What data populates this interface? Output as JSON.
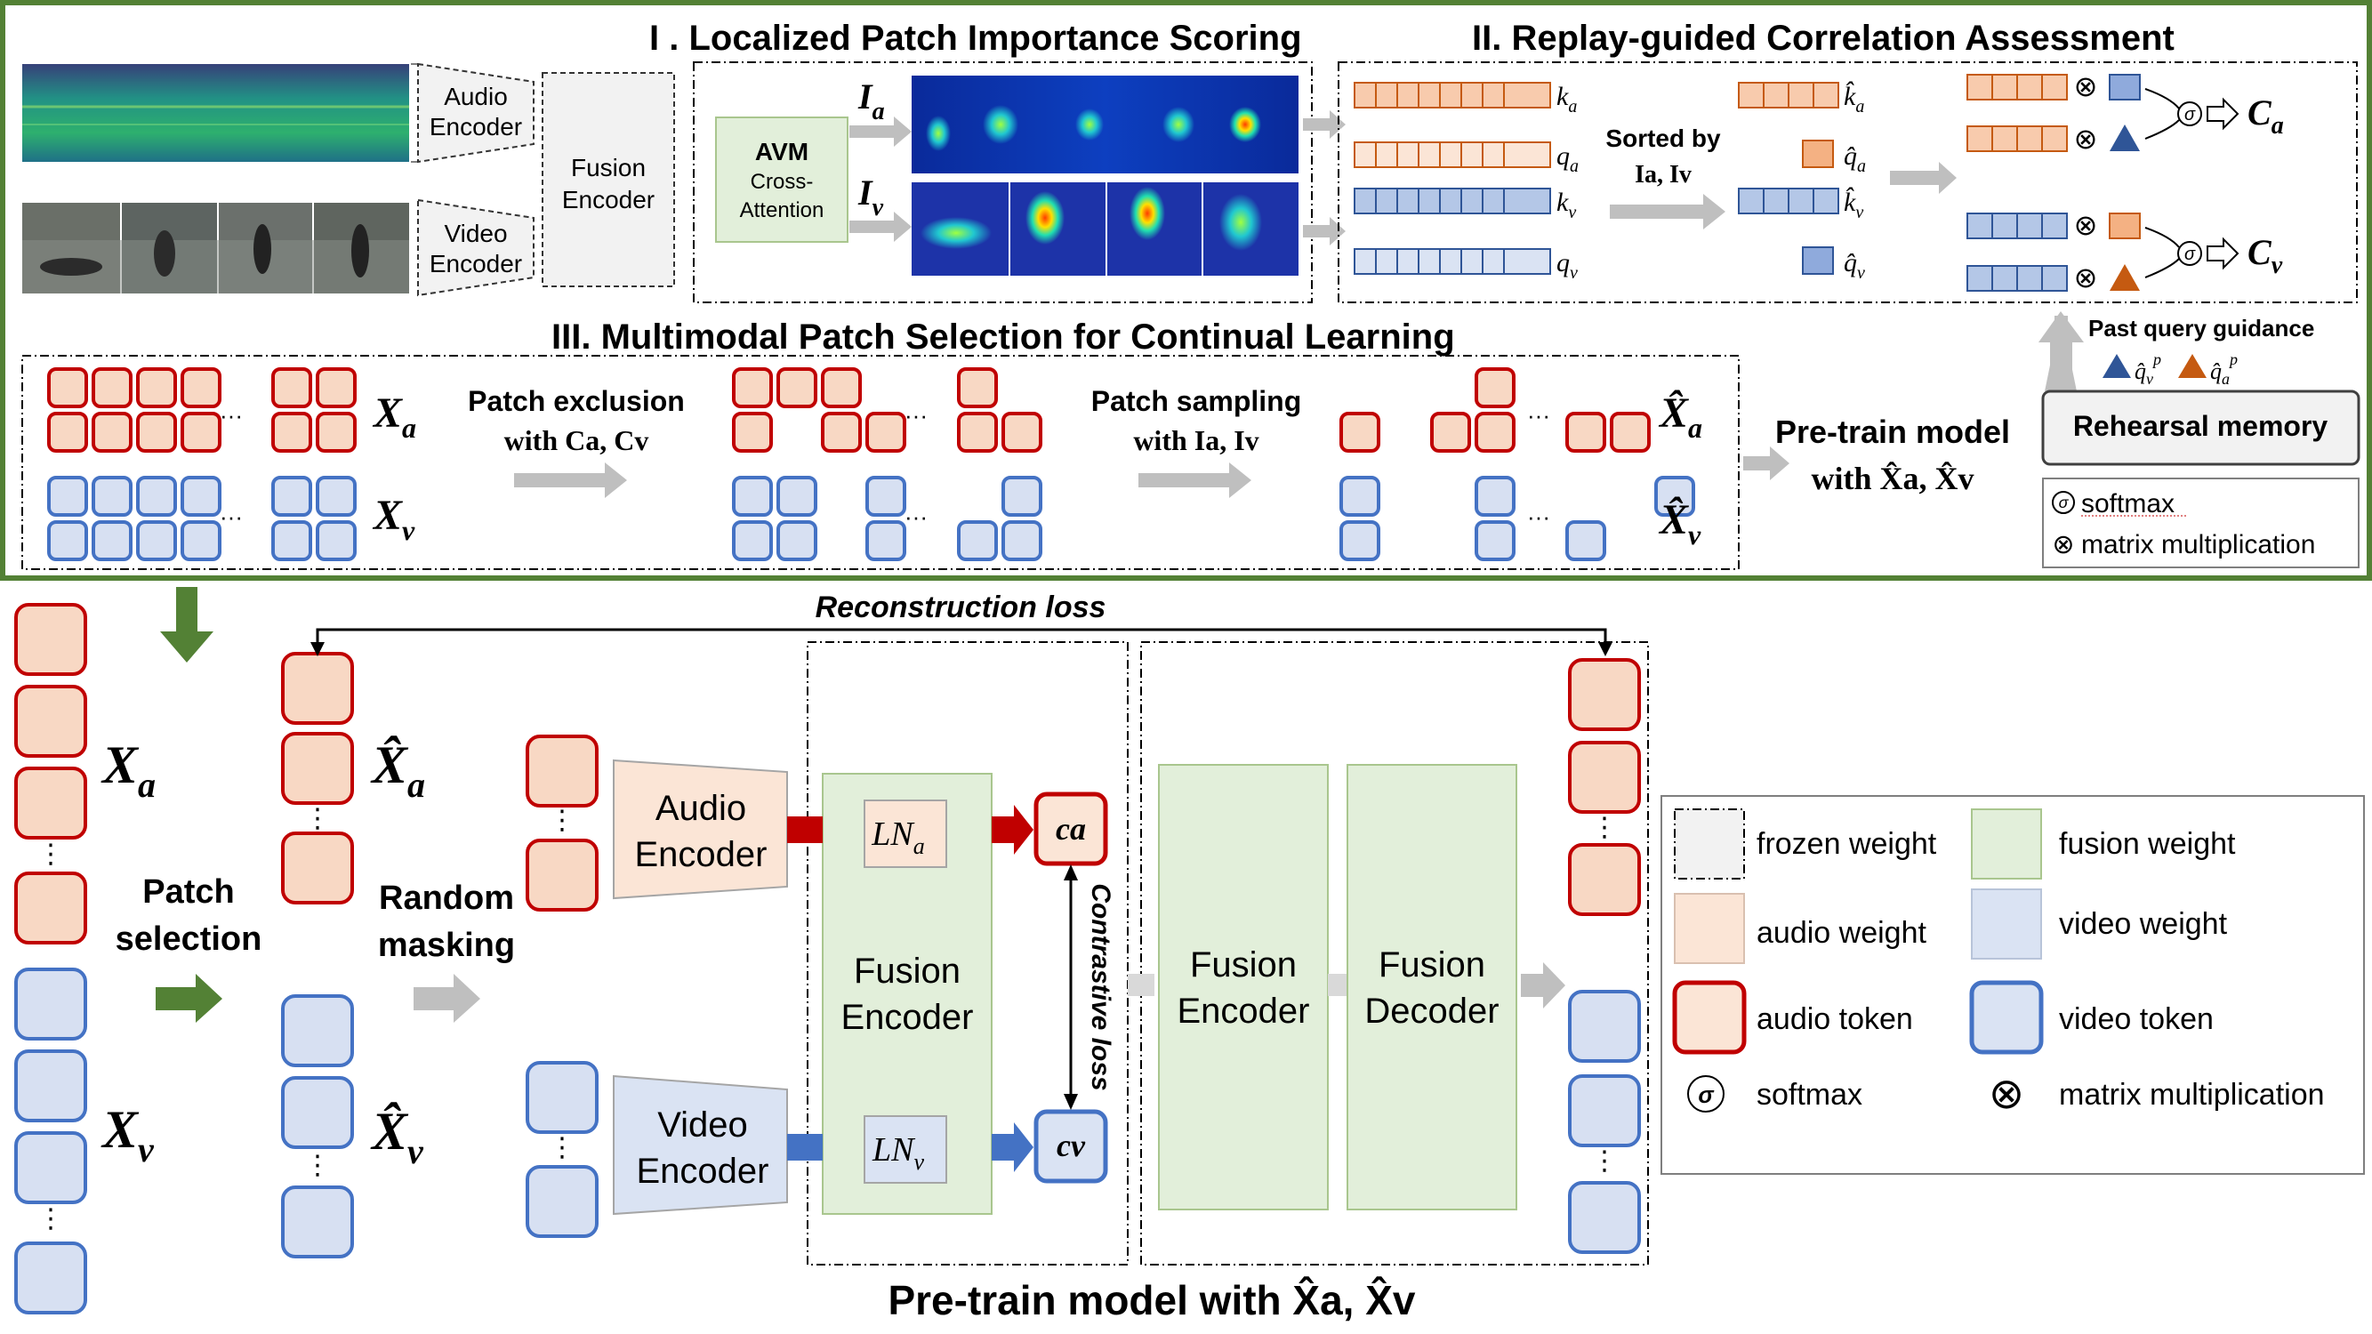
{
  "colors": {
    "audio_fill": "#f8d8c4",
    "audio_stroke": "#c00000",
    "video_fill": "#d7e0f2",
    "video_stroke": "#4472c4",
    "fusion_fill": "#e2efda",
    "frame_green": "#538135",
    "arrow_gray": "#bfbfbf",
    "audio_arrow": "#c00000",
    "video_arrow": "#4472c4",
    "heat_blue": "#0b2a8e"
  },
  "top": {
    "sec1_title": "I . Localized Patch Importance Scoring",
    "sec2_title": "II. Replay-guided Correlation Assessment",
    "sec3_title": "III. Multimodal Patch Selection for Continual Learning",
    "audio_encoder": [
      "Audio",
      "Encoder"
    ],
    "video_encoder": [
      "Video",
      "Encoder"
    ],
    "fusion_encoder": [
      "Fusion",
      "Encoder"
    ],
    "avm": [
      "AVM",
      "Cross-",
      "Attention"
    ],
    "ia_label": "I",
    "ia_sub": "a",
    "iv_label": "I",
    "iv_sub": "v",
    "sorted_by": "Sorted by",
    "sorted_keys": "Ia, Iv",
    "vec_labels": {
      "ka": "k",
      "qa": "q",
      "kv": "k",
      "qv": "q",
      "sub_a": "a",
      "sub_v": "v"
    },
    "ca": "C",
    "cv": "C",
    "ca_sub": "a",
    "cv_sub": "v",
    "sigma": "σ",
    "otimes": "⊗",
    "past_query": "Past query guidance",
    "past_query_symbols": "q̂v  q̂a",
    "rehearsal": "Rehearsal memory",
    "legend_softmax": "softmax",
    "legend_matmul": "matrix multiplication",
    "xa": "X",
    "xv": "X",
    "sub_a": "a",
    "sub_v": "v",
    "ellipsis": "···",
    "patch_exclusion": [
      "Patch exclusion",
      "with Ca, Cv"
    ],
    "patch_sampling": [
      "Patch sampling",
      "with Ia, Iv"
    ],
    "pretrain": [
      "Pre-train model",
      "with X̂a, X̂v"
    ]
  },
  "bottom": {
    "patch_selection": [
      "Patch",
      "selection"
    ],
    "random_masking": [
      "Random",
      "masking"
    ],
    "reconstruction_loss": "Reconstruction loss",
    "contrastive_loss": "Contrastive loss",
    "audio_encoder": [
      "Audio",
      "Encoder"
    ],
    "video_encoder": [
      "Video",
      "Encoder"
    ],
    "fusion_encoder": [
      "Fusion",
      "Encoder"
    ],
    "fusion_decoder": [
      "Fusion",
      "Decoder"
    ],
    "ln_a": "LN",
    "ln_v": "LN",
    "ca": "ca",
    "cv": "cv",
    "caption": "Pre-train model with X̂a, X̂v"
  },
  "legend": {
    "frozen": "frozen weight",
    "fusion": "fusion weight",
    "audio": "audio weight",
    "video": "video weight",
    "audio_token": "audio token",
    "video_token": "video token",
    "softmax": "softmax",
    "matmul": "matrix multiplication"
  }
}
